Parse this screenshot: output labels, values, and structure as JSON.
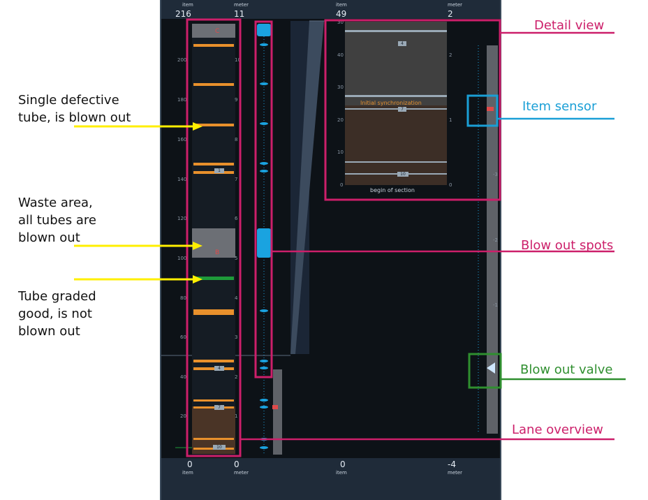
{
  "header": {
    "left": {
      "item_label": "item",
      "item_value": "216",
      "meter_label": "meter",
      "meter_value": "11"
    },
    "right": {
      "item_label": "item",
      "item_value": "49",
      "meter_label": "meter",
      "meter_value": "2"
    }
  },
  "footer": {
    "left": {
      "item_value": "0",
      "item_label": "item",
      "meter_value": "0",
      "meter_label": "meter"
    },
    "right": {
      "item_value": "0",
      "item_label": "item",
      "meter_value": "-4",
      "meter_label": "meter"
    }
  },
  "lane_axis": {
    "items": [
      "200",
      "180",
      "160",
      "140",
      "120",
      "100",
      "80",
      "60",
      "40",
      "20"
    ],
    "meters": [
      "10",
      "9",
      "8",
      "7",
      "6",
      "5",
      "4",
      "3",
      "2",
      "1"
    ]
  },
  "lane_markers": {
    "c": "C",
    "b": "B",
    "chip_1": "1",
    "chip_4": "4",
    "chip_7": "7",
    "chip_10": "10"
  },
  "detail": {
    "items": [
      "30",
      "40",
      "30",
      "20",
      "10",
      "0"
    ],
    "meters": [
      "2",
      "1",
      "0"
    ],
    "sync_label": "Initial synchronization",
    "footer_label": "begin of section",
    "chips": [
      "4",
      "7",
      "10"
    ]
  },
  "right_scale": [
    "-3",
    "-2",
    "-1"
  ],
  "callouts": {
    "detail_view": "Detail view",
    "item_sensor": "Item sensor",
    "blow_out_spots": "Blow out spots",
    "blow_out_valve": "Blow out valve",
    "lane_overview": "Lane overview"
  },
  "notes": {
    "defective": [
      "Single defective",
      "tube, is blown out"
    ],
    "waste": [
      "Waste area,",
      "all tubes are",
      "blown out"
    ],
    "good": [
      "Tube graded",
      "good, is not",
      "blown out"
    ]
  },
  "colors": {
    "magenta": "#cc1f6a",
    "blue": "#1a9fd6",
    "green": "#2f8f2f",
    "yellow": "#ffef00",
    "orange": "#e8902c"
  }
}
